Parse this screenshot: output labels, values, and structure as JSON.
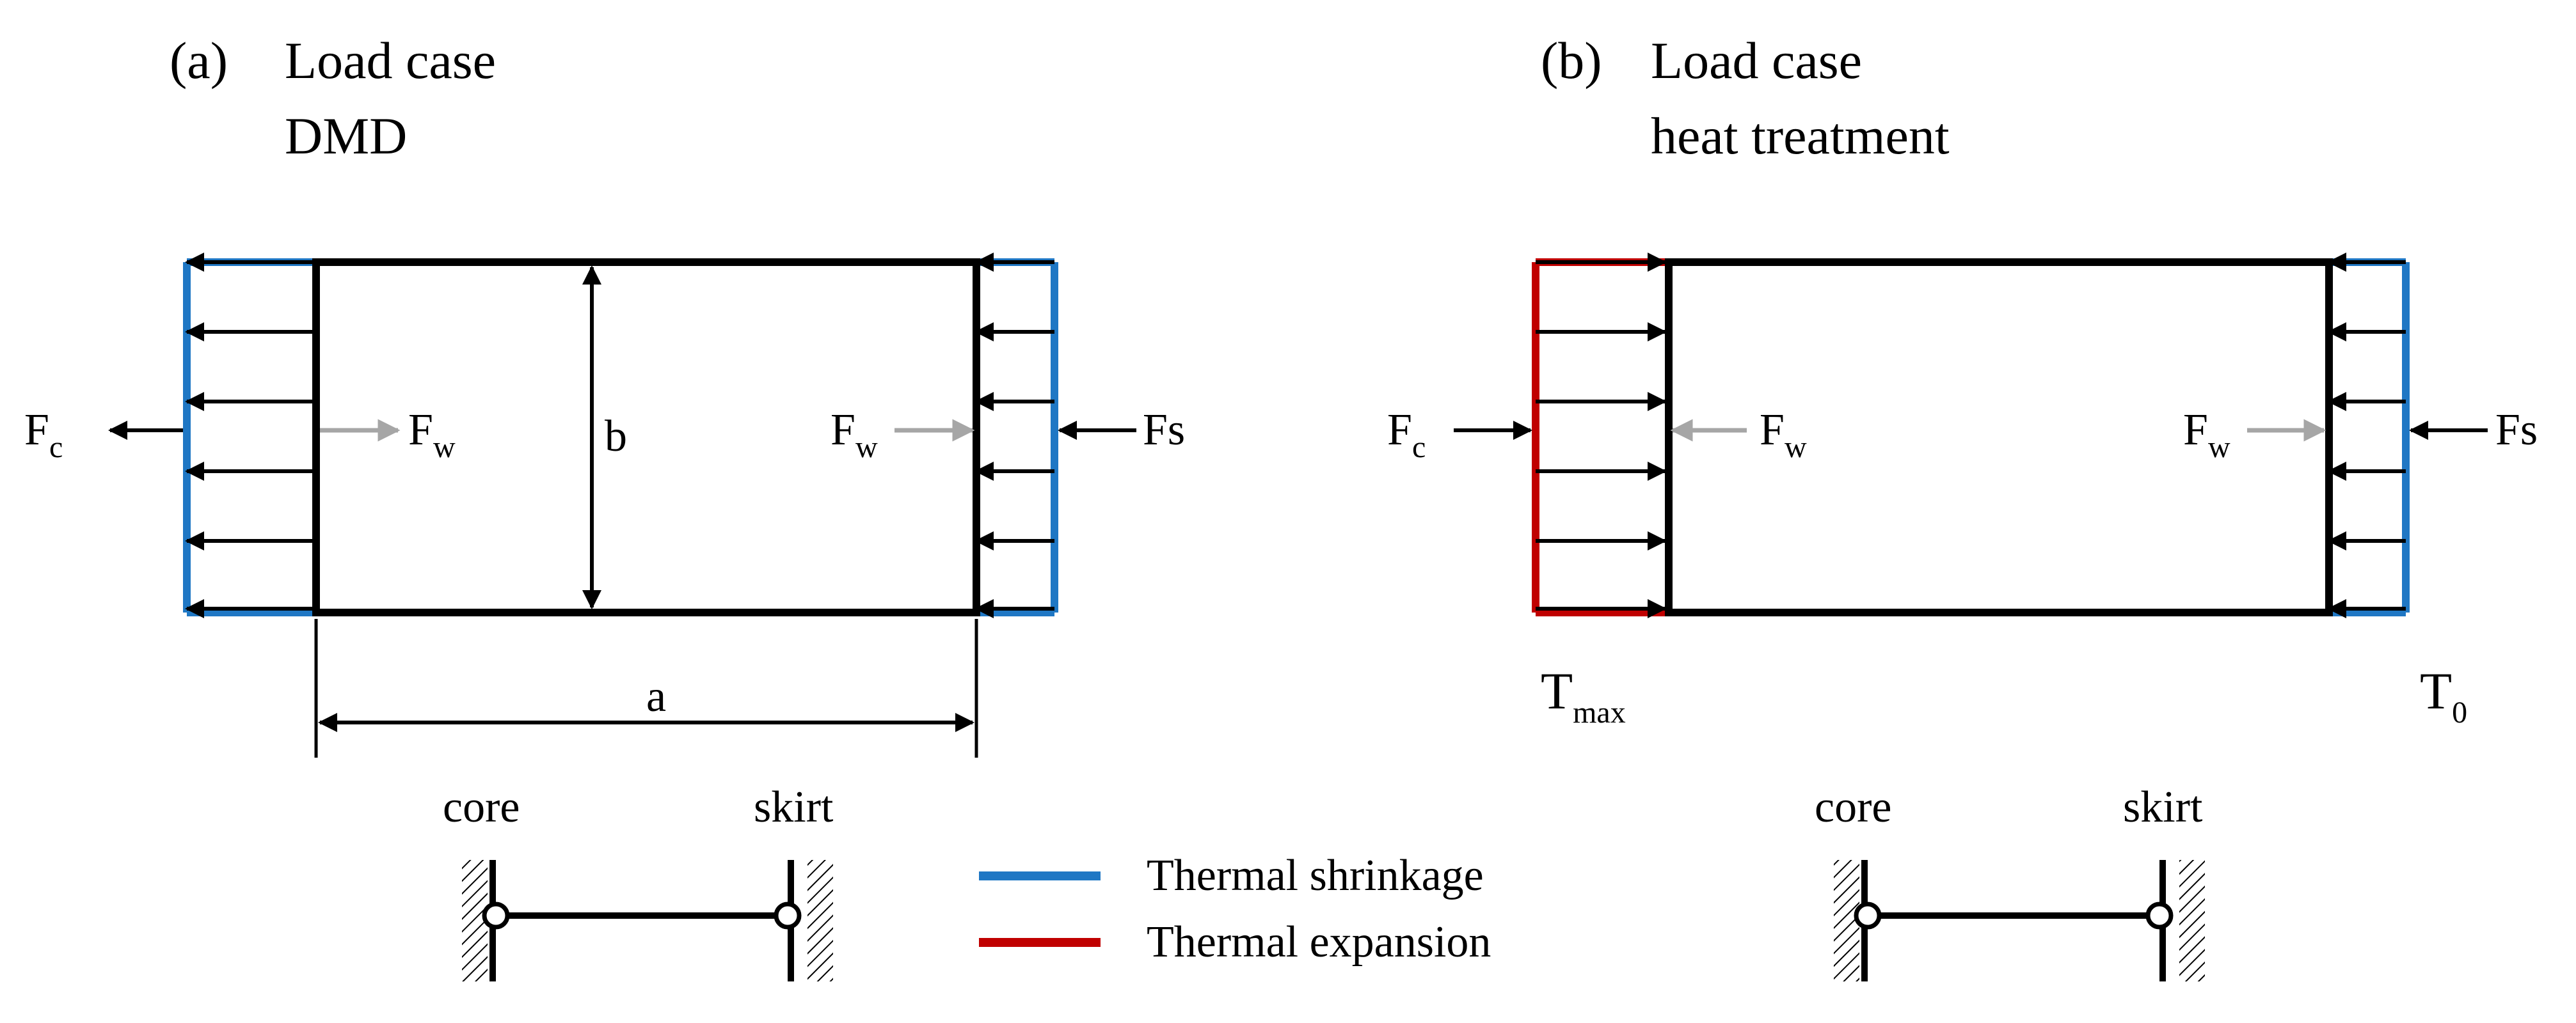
{
  "panel_a": {
    "tag": "(a)",
    "title_line1": "Load case",
    "title_line2": "DMD",
    "force_core": "F",
    "force_core_sub": "c",
    "force_wall_left": "F",
    "force_wall_left_sub": "w",
    "force_wall_right": "F",
    "force_wall_right_sub": "w",
    "force_skirt": "Fs",
    "dim_height": "b",
    "dim_width": "a",
    "support_core": "core",
    "support_skirt": "skirt"
  },
  "panel_b": {
    "tag": "(b)",
    "title_line1": "Load case",
    "title_line2": "heat treatment",
    "force_core": "F",
    "force_core_sub": "c",
    "force_wall_left": "F",
    "force_wall_left_sub": "w",
    "force_wall_right": "F",
    "force_wall_right_sub": "w",
    "force_skirt": "Fs",
    "temp_left": "T",
    "temp_left_sub": "max",
    "temp_right": "T",
    "temp_right_sub": "0",
    "support_core": "core",
    "support_skirt": "skirt"
  },
  "legend": {
    "shrinkage_label": "Thermal shrinkage",
    "expansion_label": "Thermal expansion"
  },
  "colors": {
    "shrinkage": "#1f77c4",
    "expansion": "#c00000",
    "structure": "#000000",
    "wall_force": "#a6a6a6"
  }
}
